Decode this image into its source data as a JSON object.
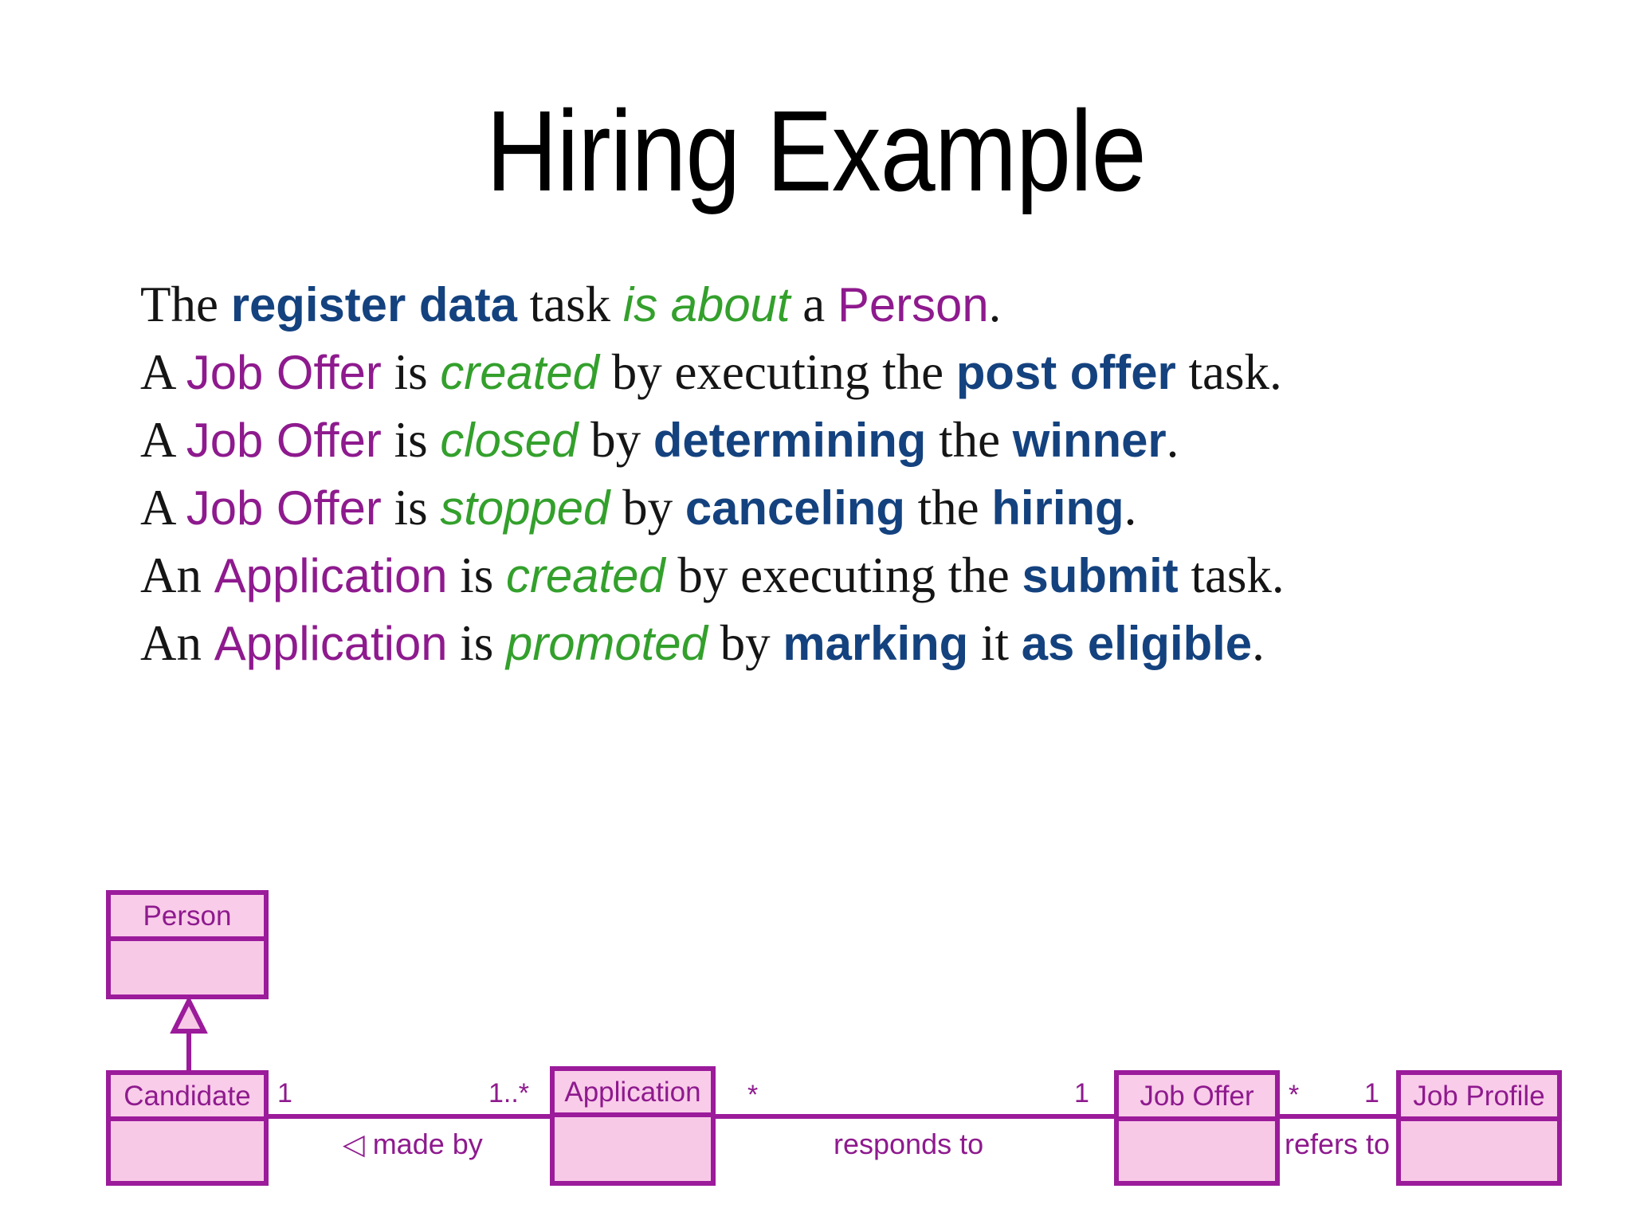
{
  "slide": {
    "title": "Hiring Example",
    "background": "#ffffff"
  },
  "colors": {
    "keyword_blue": "#14427F",
    "event_green": "#33A02C",
    "entity_purple": "#8E1A8E",
    "uml_border": "#9B1B9B",
    "uml_fill": "#F8C9E7",
    "text_black": "#151515"
  },
  "statements": [
    {
      "id": "line-1",
      "parts": [
        {
          "t": "The ",
          "s": "plain"
        },
        {
          "t": "register data",
          "s": "kw"
        },
        {
          "t": " task ",
          "s": "plain"
        },
        {
          "t": "is about",
          "s": "ev"
        },
        {
          "t": " a ",
          "s": "plain"
        },
        {
          "t": "Person",
          "s": "ent"
        },
        {
          "t": ".",
          "s": "plain"
        }
      ]
    },
    {
      "id": "line-2",
      "parts": [
        {
          "t": "A ",
          "s": "plain"
        },
        {
          "t": "Job Offer",
          "s": "ent"
        },
        {
          "t": " is ",
          "s": "plain"
        },
        {
          "t": "created",
          "s": "ev"
        },
        {
          "t": " by executing the ",
          "s": "plain"
        },
        {
          "t": "post offer",
          "s": "kw"
        },
        {
          "t": " task.",
          "s": "plain"
        }
      ]
    },
    {
      "id": "line-3",
      "parts": [
        {
          "t": "A ",
          "s": "plain"
        },
        {
          "t": "Job Offer",
          "s": "ent"
        },
        {
          "t": " is ",
          "s": "plain"
        },
        {
          "t": "closed",
          "s": "ev"
        },
        {
          "t": " by ",
          "s": "plain"
        },
        {
          "t": "determining",
          "s": "kw"
        },
        {
          "t": " the ",
          "s": "plain"
        },
        {
          "t": "winner",
          "s": "kw"
        },
        {
          "t": ".",
          "s": "plain"
        }
      ]
    },
    {
      "id": "line-4",
      "parts": [
        {
          "t": "A ",
          "s": "plain"
        },
        {
          "t": "Job Offer",
          "s": "ent"
        },
        {
          "t": " is ",
          "s": "plain"
        },
        {
          "t": "stopped",
          "s": "ev"
        },
        {
          "t": " by ",
          "s": "plain"
        },
        {
          "t": "canceling",
          "s": "kw"
        },
        {
          "t": " the ",
          "s": "plain"
        },
        {
          "t": "hiring",
          "s": "kw"
        },
        {
          "t": ".",
          "s": "plain"
        }
      ]
    },
    {
      "id": "line-5",
      "parts": [
        {
          "t": "An ",
          "s": "plain"
        },
        {
          "t": "Application",
          "s": "ent"
        },
        {
          "t": " is ",
          "s": "plain"
        },
        {
          "t": "created",
          "s": "ev"
        },
        {
          "t": " by executing the ",
          "s": "plain"
        },
        {
          "t": "submit",
          "s": "kw"
        },
        {
          "t": " task.",
          "s": "plain"
        }
      ]
    },
    {
      "id": "line-6",
      "parts": [
        {
          "t": "An ",
          "s": "plain"
        },
        {
          "t": "Application",
          "s": "ent"
        },
        {
          "t": " is ",
          "s": "plain"
        },
        {
          "t": "promoted",
          "s": "ev"
        },
        {
          "t": " by ",
          "s": "plain"
        },
        {
          "t": "marking",
          "s": "kw"
        },
        {
          "t": " it ",
          "s": "plain"
        },
        {
          "t": "as eligible",
          "s": "kw"
        },
        {
          "t": ".",
          "s": "plain"
        }
      ]
    }
  ],
  "diagram": {
    "type": "uml-class-diagram",
    "classes": [
      {
        "id": "person",
        "name": "Person"
      },
      {
        "id": "candidate",
        "name": "Candidate"
      },
      {
        "id": "application",
        "name": "Application"
      },
      {
        "id": "job-offer",
        "name": "Job Offer"
      },
      {
        "id": "job-profile",
        "name": "Job Profile"
      }
    ],
    "generalizations": [
      {
        "from": "candidate",
        "to": "person"
      }
    ],
    "associations": [
      {
        "id": "made-by",
        "from": "candidate",
        "to": "application",
        "label": "◁ made by",
        "from_multiplicity": "1",
        "to_multiplicity": "1..*"
      },
      {
        "id": "responds-to",
        "from": "application",
        "to": "job-offer",
        "label": "responds to",
        "from_multiplicity": "*",
        "to_multiplicity": "1"
      },
      {
        "id": "refers-to",
        "from": "job-offer",
        "to": "job-profile",
        "label": "refers to",
        "from_multiplicity": "*",
        "to_multiplicity": "1"
      }
    ]
  }
}
